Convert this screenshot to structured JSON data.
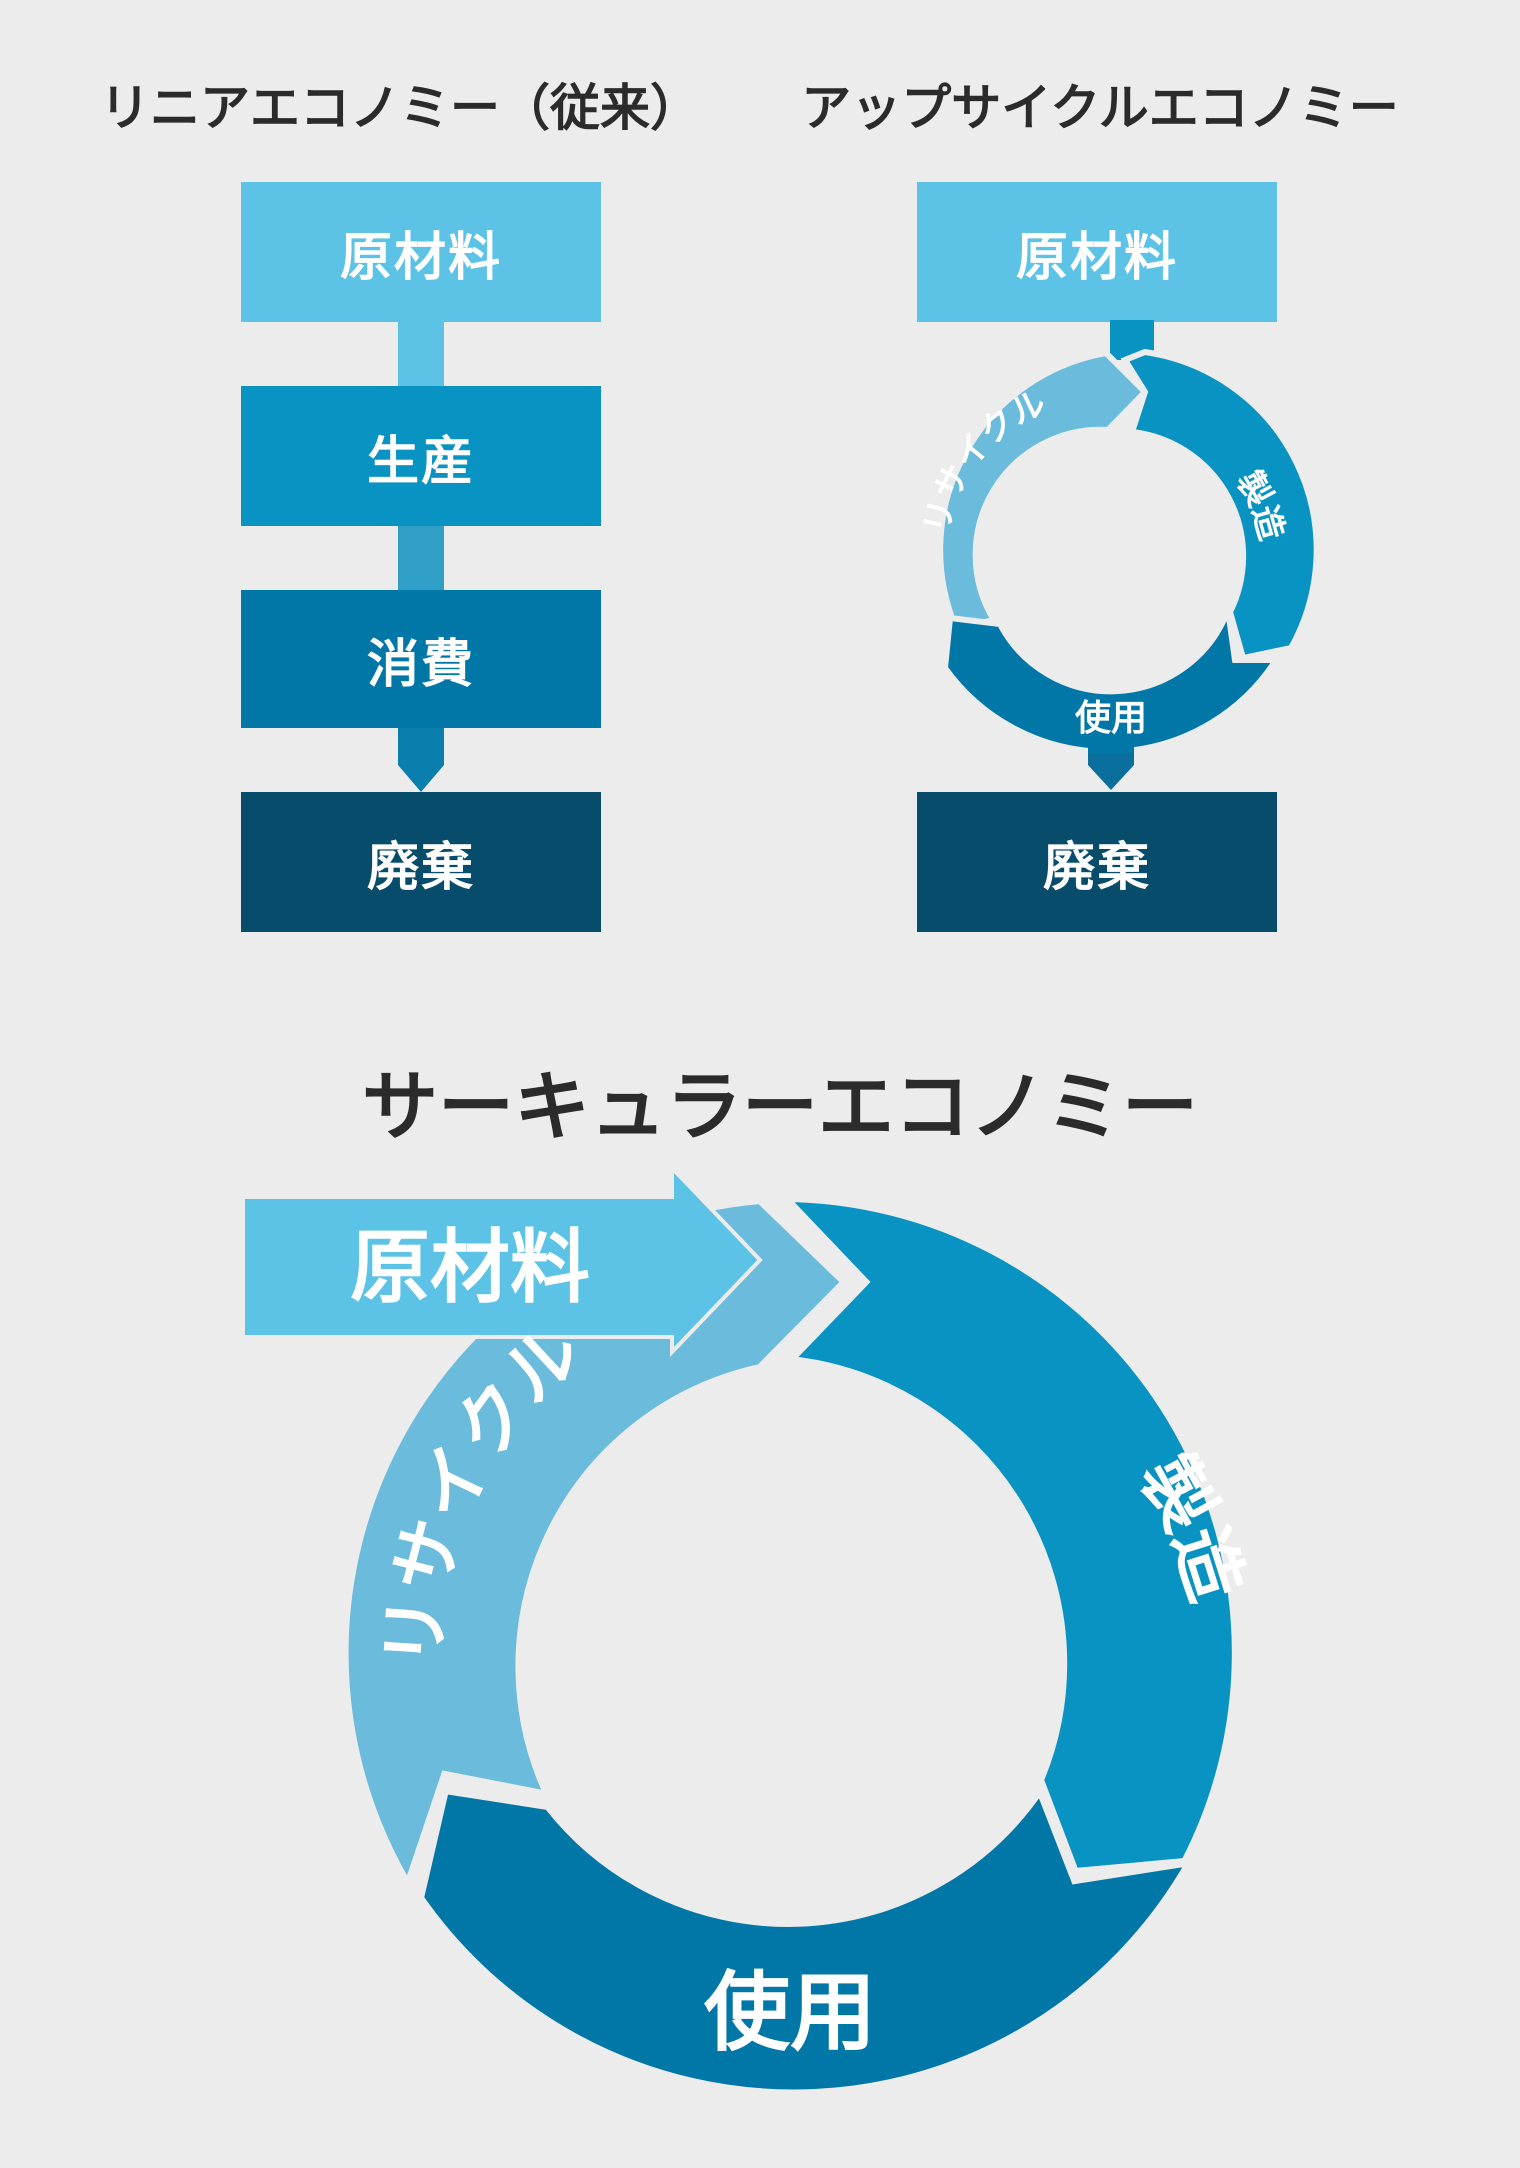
{
  "linear": {
    "title": "リニアエコノミー（従来）",
    "steps": [
      "原材料",
      "生産",
      "消費",
      "廃棄"
    ]
  },
  "upcycle": {
    "title": "アップサイクルエコノミー",
    "raw": "原材料",
    "cycle": {
      "manufacture": "製造",
      "use": "使用",
      "recycle": "リサイクル"
    },
    "disposal": "廃棄"
  },
  "circular": {
    "title": "サーキュラーエコノミー",
    "raw": "原材料",
    "cycle": {
      "manufacture": "製造",
      "use": "使用",
      "recycle": "リサイクル"
    }
  },
  "colors": {
    "background": "#ececed",
    "light": "#5cc3e6",
    "recycle": "#6bbbdc",
    "mid": "#0993c2",
    "use": "#0077a6",
    "dark": "#074c6b"
  }
}
